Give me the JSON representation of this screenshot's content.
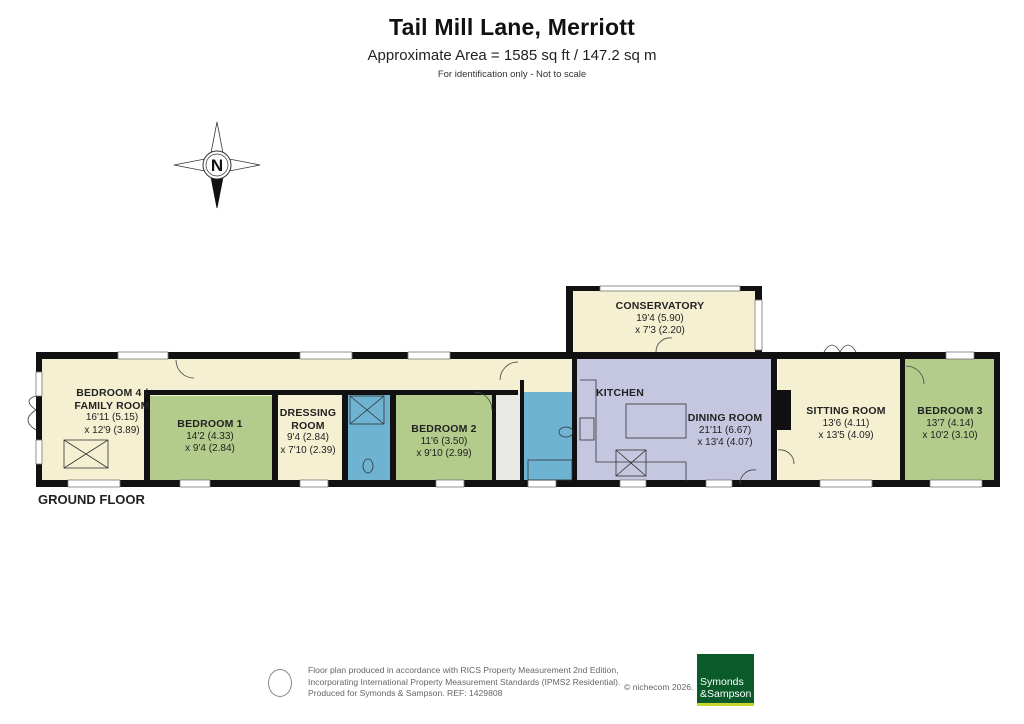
{
  "header": {
    "title": "Tail Mill Lane, Merriott",
    "area": "Approximate Area = 1585 sq ft / 147.2 sq m",
    "note": "For identification only - Not to scale"
  },
  "compass": {
    "label": "N",
    "icon": "north-arrow-icon"
  },
  "floor": {
    "label": "GROUND FLOOR"
  },
  "colors": {
    "wall": "#111111",
    "cream": "#f5f0d2",
    "green": "#b3cc8c",
    "blue": "#6fb3d2",
    "lilac": "#c5c6e0",
    "grey": "#e8e8e4"
  },
  "rooms": [
    {
      "id": "bedroom4",
      "name_line1": "BEDROOM 4 /",
      "name_line2": "FAMILY ROOM",
      "dim1": "16'11 (5.15)",
      "dim2": "x 12'9 (3.89)"
    },
    {
      "id": "bedroom1",
      "name": "BEDROOM 1",
      "dim1": "14'2 (4.33)",
      "dim2": "x 9'4 (2.84)"
    },
    {
      "id": "dressing",
      "name_line1": "DRESSING",
      "name_line2": "ROOM",
      "dim1": "9'4 (2.84)",
      "dim2": "x 7'10 (2.39)"
    },
    {
      "id": "bedroom2",
      "name": "BEDROOM 2",
      "dim1": "11'6 (3.50)",
      "dim2": "x 9'10 (2.99)"
    },
    {
      "id": "conservatory",
      "name": "CONSERVATORY",
      "dim1": "19'4 (5.90)",
      "dim2": "x 7'3 (2.20)"
    },
    {
      "id": "kitchen",
      "name": "KITCHEN"
    },
    {
      "id": "dining",
      "name": "DINING ROOM",
      "dim1": "21'11 (6.67)",
      "dim2": "x 13'4 (4.07)"
    },
    {
      "id": "sitting",
      "name": "SITTING ROOM",
      "dim1": "13'6 (4.11)",
      "dim2": "x 13'5 (4.09)"
    },
    {
      "id": "bedroom3",
      "name": "BEDROOM 3",
      "dim1": "13'7 (4.14)",
      "dim2": "x 10'2 (3.10)"
    }
  ],
  "footer": {
    "line1": "Floor plan produced in accordance with RICS Property Measurement 2nd Edition,",
    "line2": "Incorporating International Property Measurement Standards (IPMS2 Residential).",
    "line3": "Produced for Symonds & Sampson.   REF:  1429808",
    "copyright": "© nichecom 2026.",
    "brand_line1": "Symonds",
    "brand_line2": "&Sampson"
  }
}
